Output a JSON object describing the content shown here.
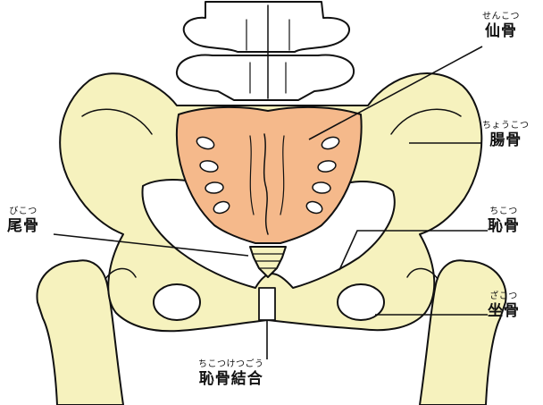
{
  "labels": {
    "sacrum": {
      "reading": "せんこつ",
      "name": "仙骨"
    },
    "ilium": {
      "reading": "ちょうこつ",
      "name": "腸骨"
    },
    "pubis": {
      "reading": "ちこつ",
      "name": "恥骨"
    },
    "ischium": {
      "reading": "ざこつ",
      "name": "坐骨"
    },
    "coccyx": {
      "reading": "びこつ",
      "name": "尾骨"
    },
    "symphysis": {
      "reading": "ちこつけつごう",
      "name": "恥骨結合"
    }
  },
  "colors": {
    "bone_fill": "#f6f2be",
    "sacrum_fill": "#f5b98b",
    "outline": "#111111",
    "background": "#ffffff"
  }
}
